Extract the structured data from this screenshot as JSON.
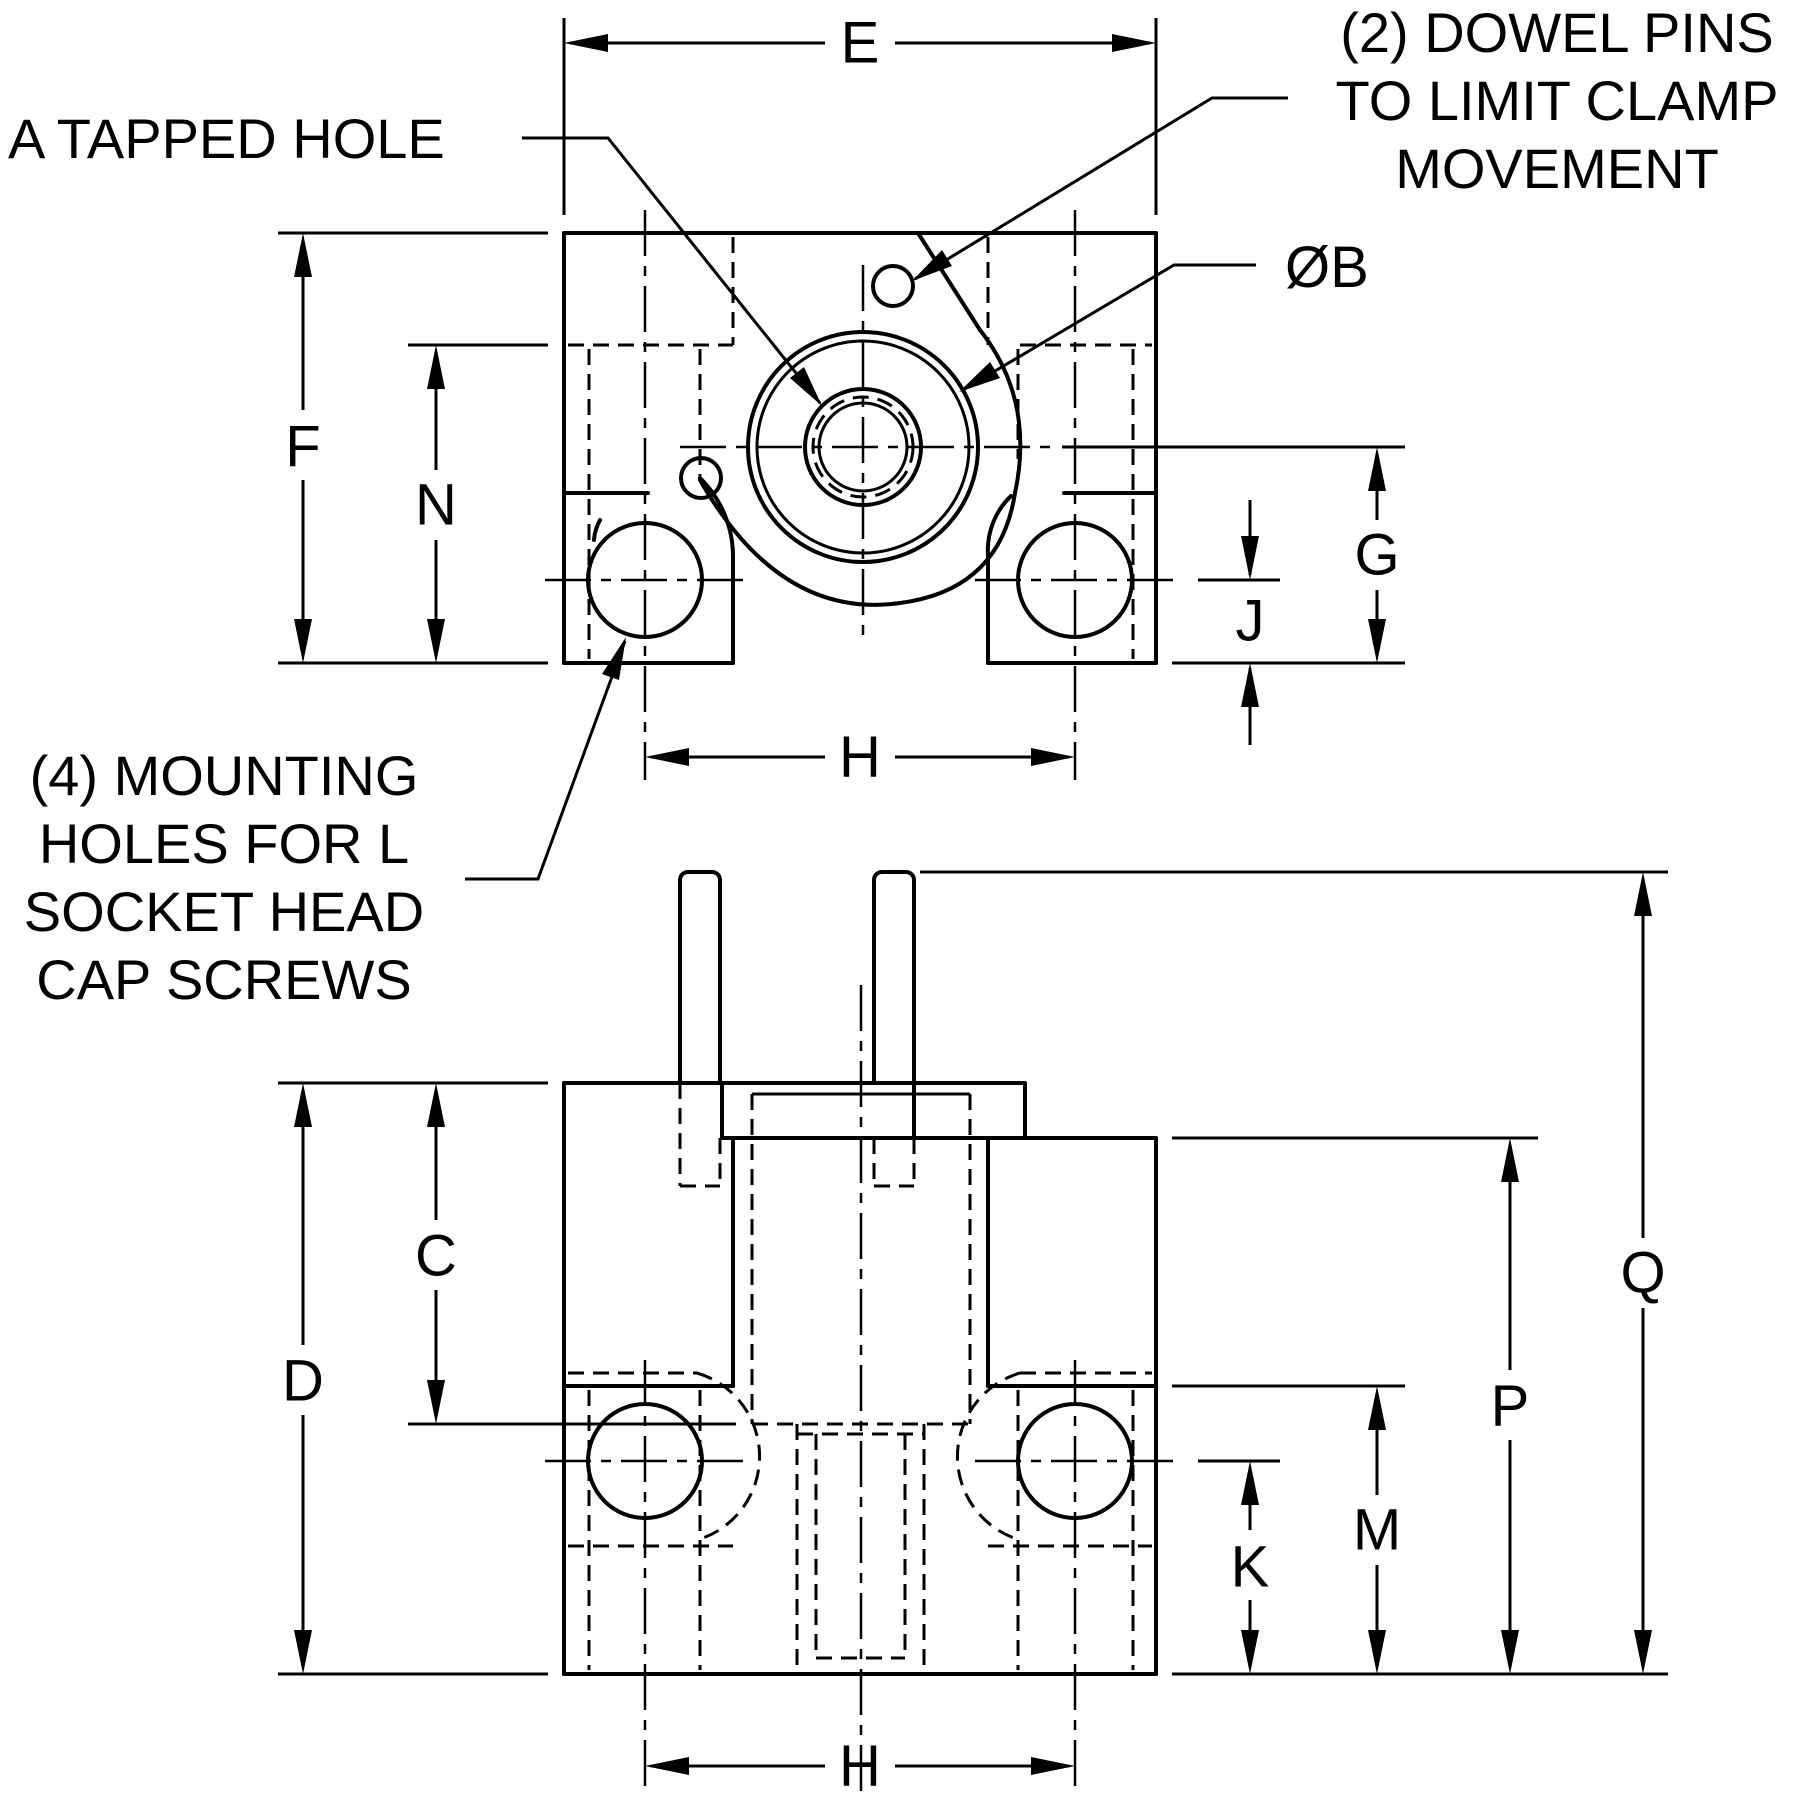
{
  "top_view": {
    "dimensions": {
      "E": "E",
      "F": "F",
      "N": "N",
      "G": "G",
      "J": "J",
      "H": "H",
      "B": "ØB"
    },
    "notes": {
      "tapped_hole": "A TAPPED HOLE",
      "dowel_pins": [
        "(2) DOWEL PINS",
        "TO LIMIT CLAMP",
        "MOVEMENT"
      ],
      "mounting_holes": [
        "(4) MOUNTING",
        "HOLES FOR L",
        "SOCKET HEAD",
        "CAP SCREWS"
      ]
    }
  },
  "front_view": {
    "dimensions": {
      "C": "C",
      "D": "D",
      "K": "K",
      "M": "M",
      "P": "P",
      "Q": "Q",
      "H": "H"
    }
  }
}
